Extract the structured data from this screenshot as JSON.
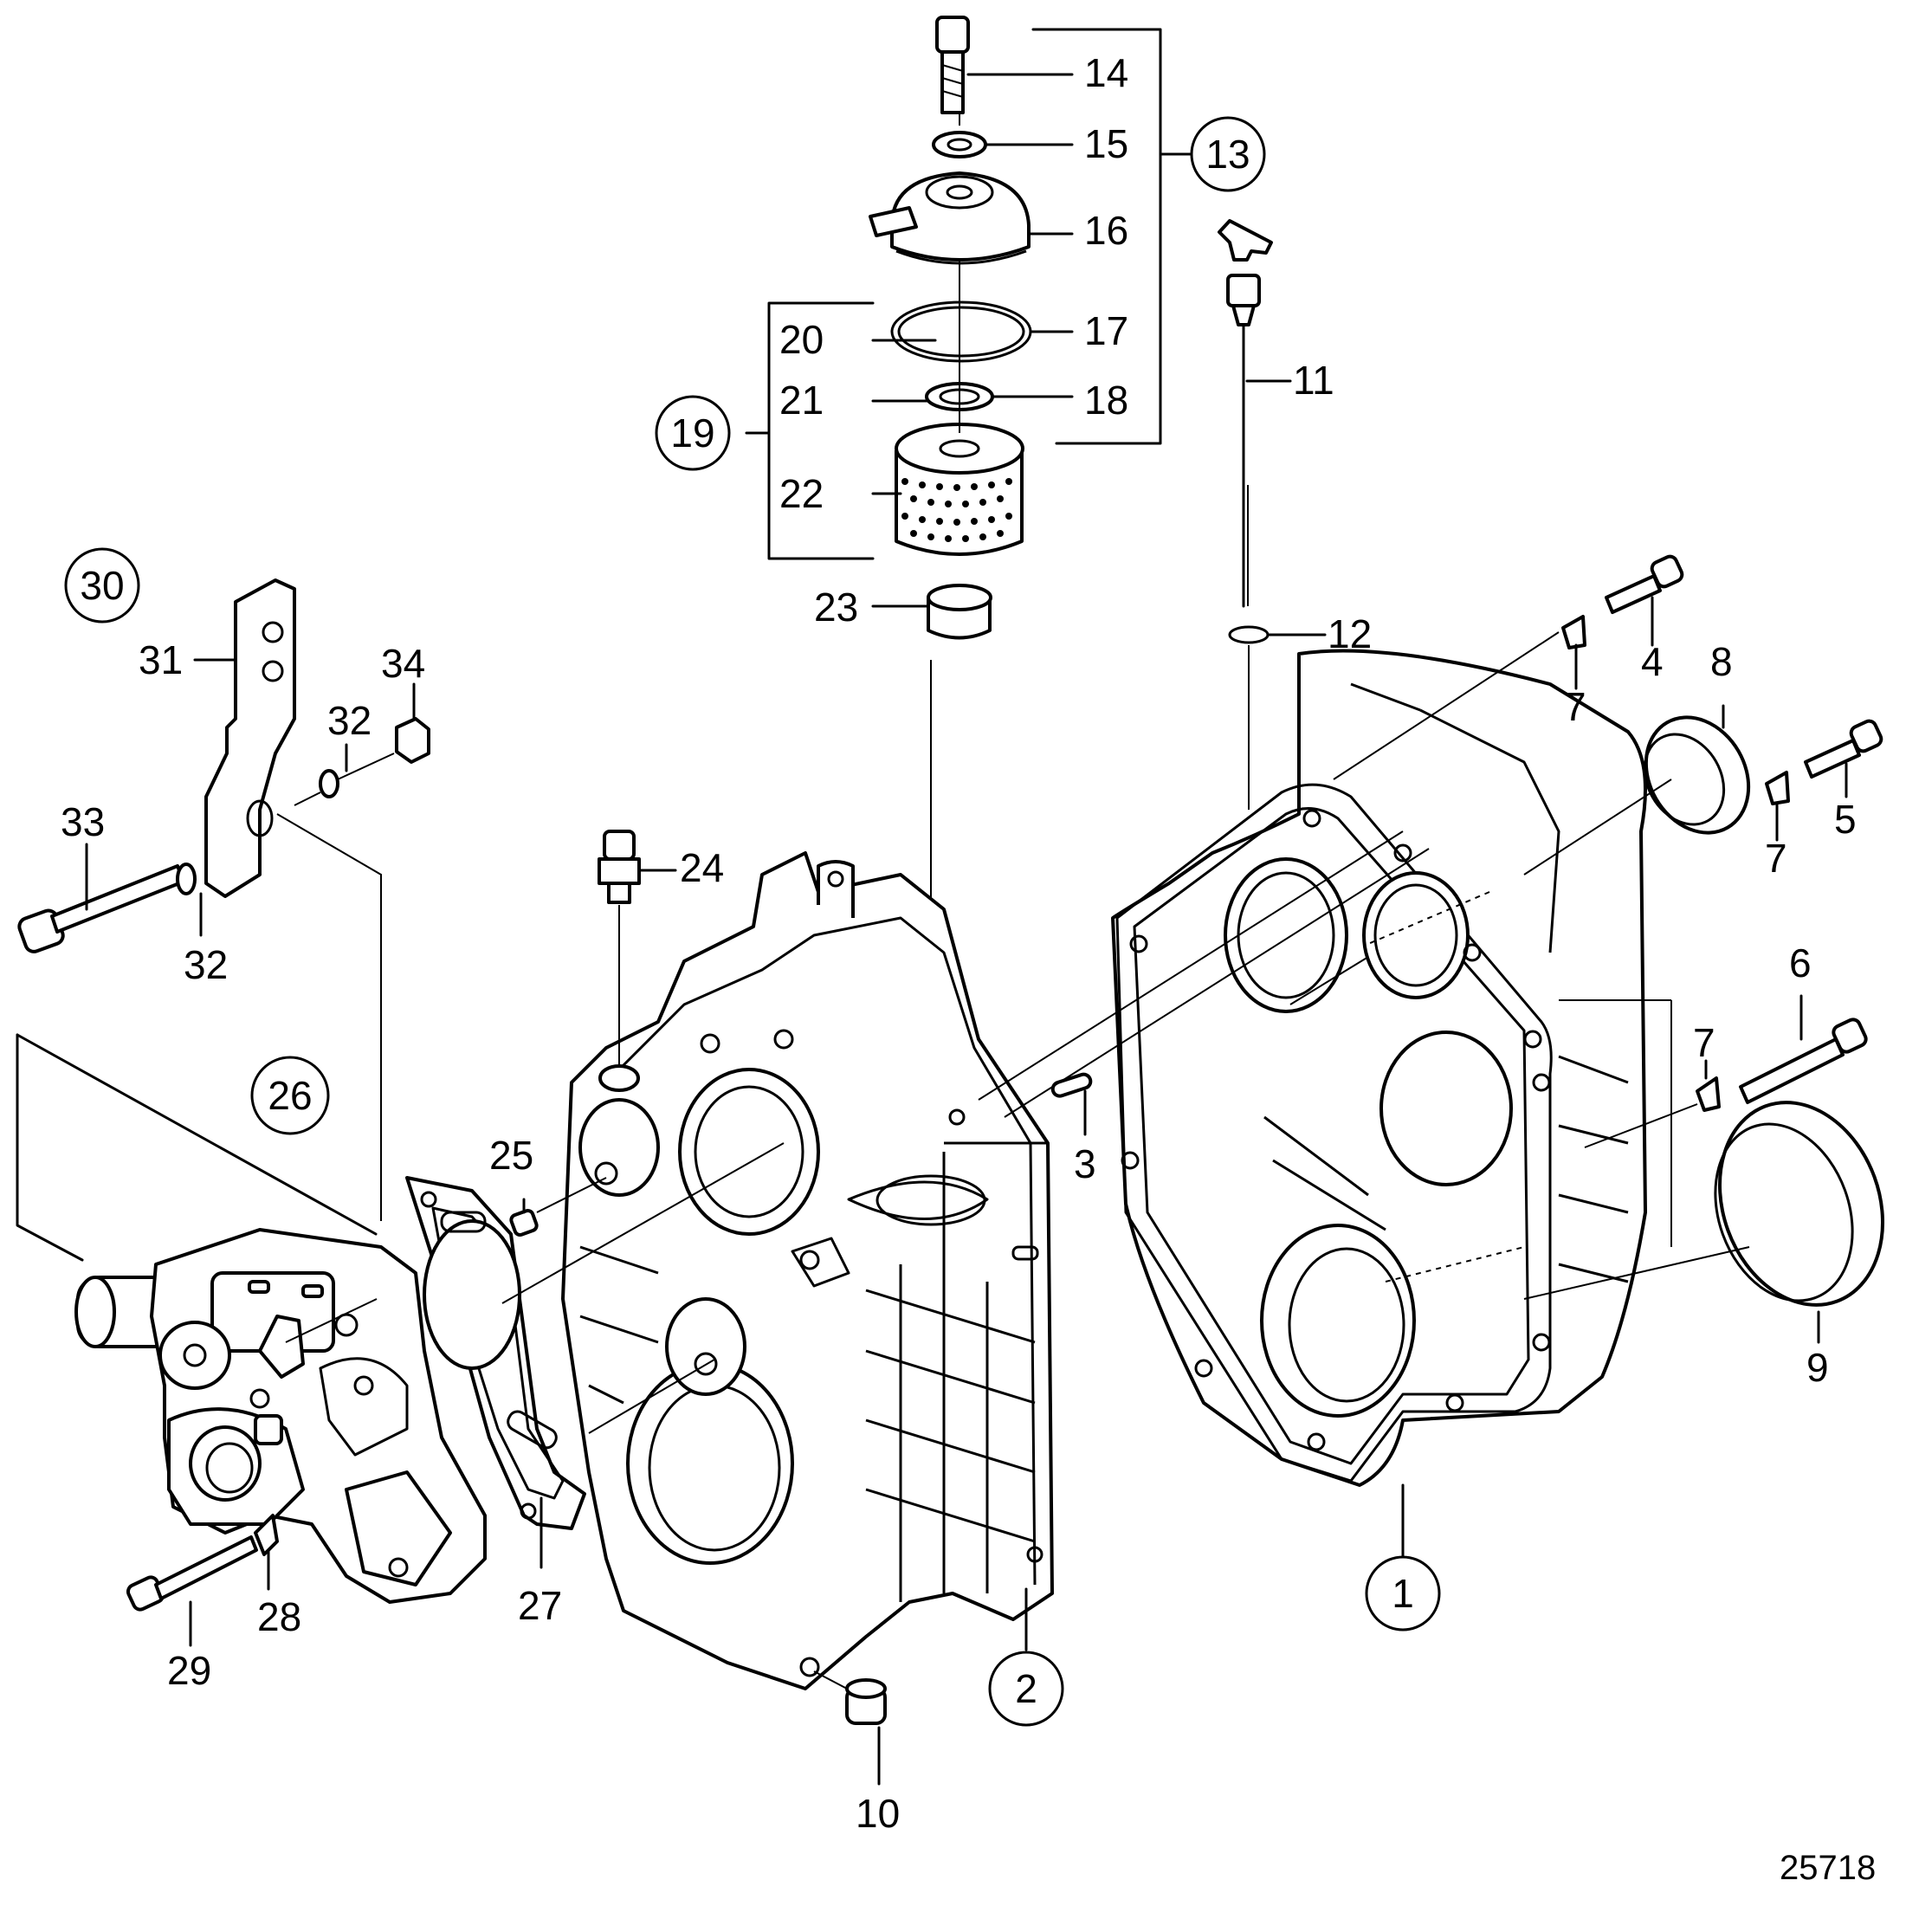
{
  "drawing": {
    "figure_number": "25718",
    "callouts": [
      "1",
      "2",
      "3",
      "4",
      "5",
      "6",
      "7",
      "7",
      "7",
      "8",
      "9",
      "10",
      "11",
      "12",
      "13",
      "14",
      "15",
      "16",
      "17",
      "18",
      "19",
      "20",
      "21",
      "22",
      "23",
      "24",
      "25",
      "26",
      "27",
      "28",
      "29",
      "30",
      "31",
      "32",
      "32",
      "33",
      "34"
    ],
    "circled_callouts": [
      "1",
      "2",
      "13",
      "19",
      "26",
      "30"
    ]
  }
}
